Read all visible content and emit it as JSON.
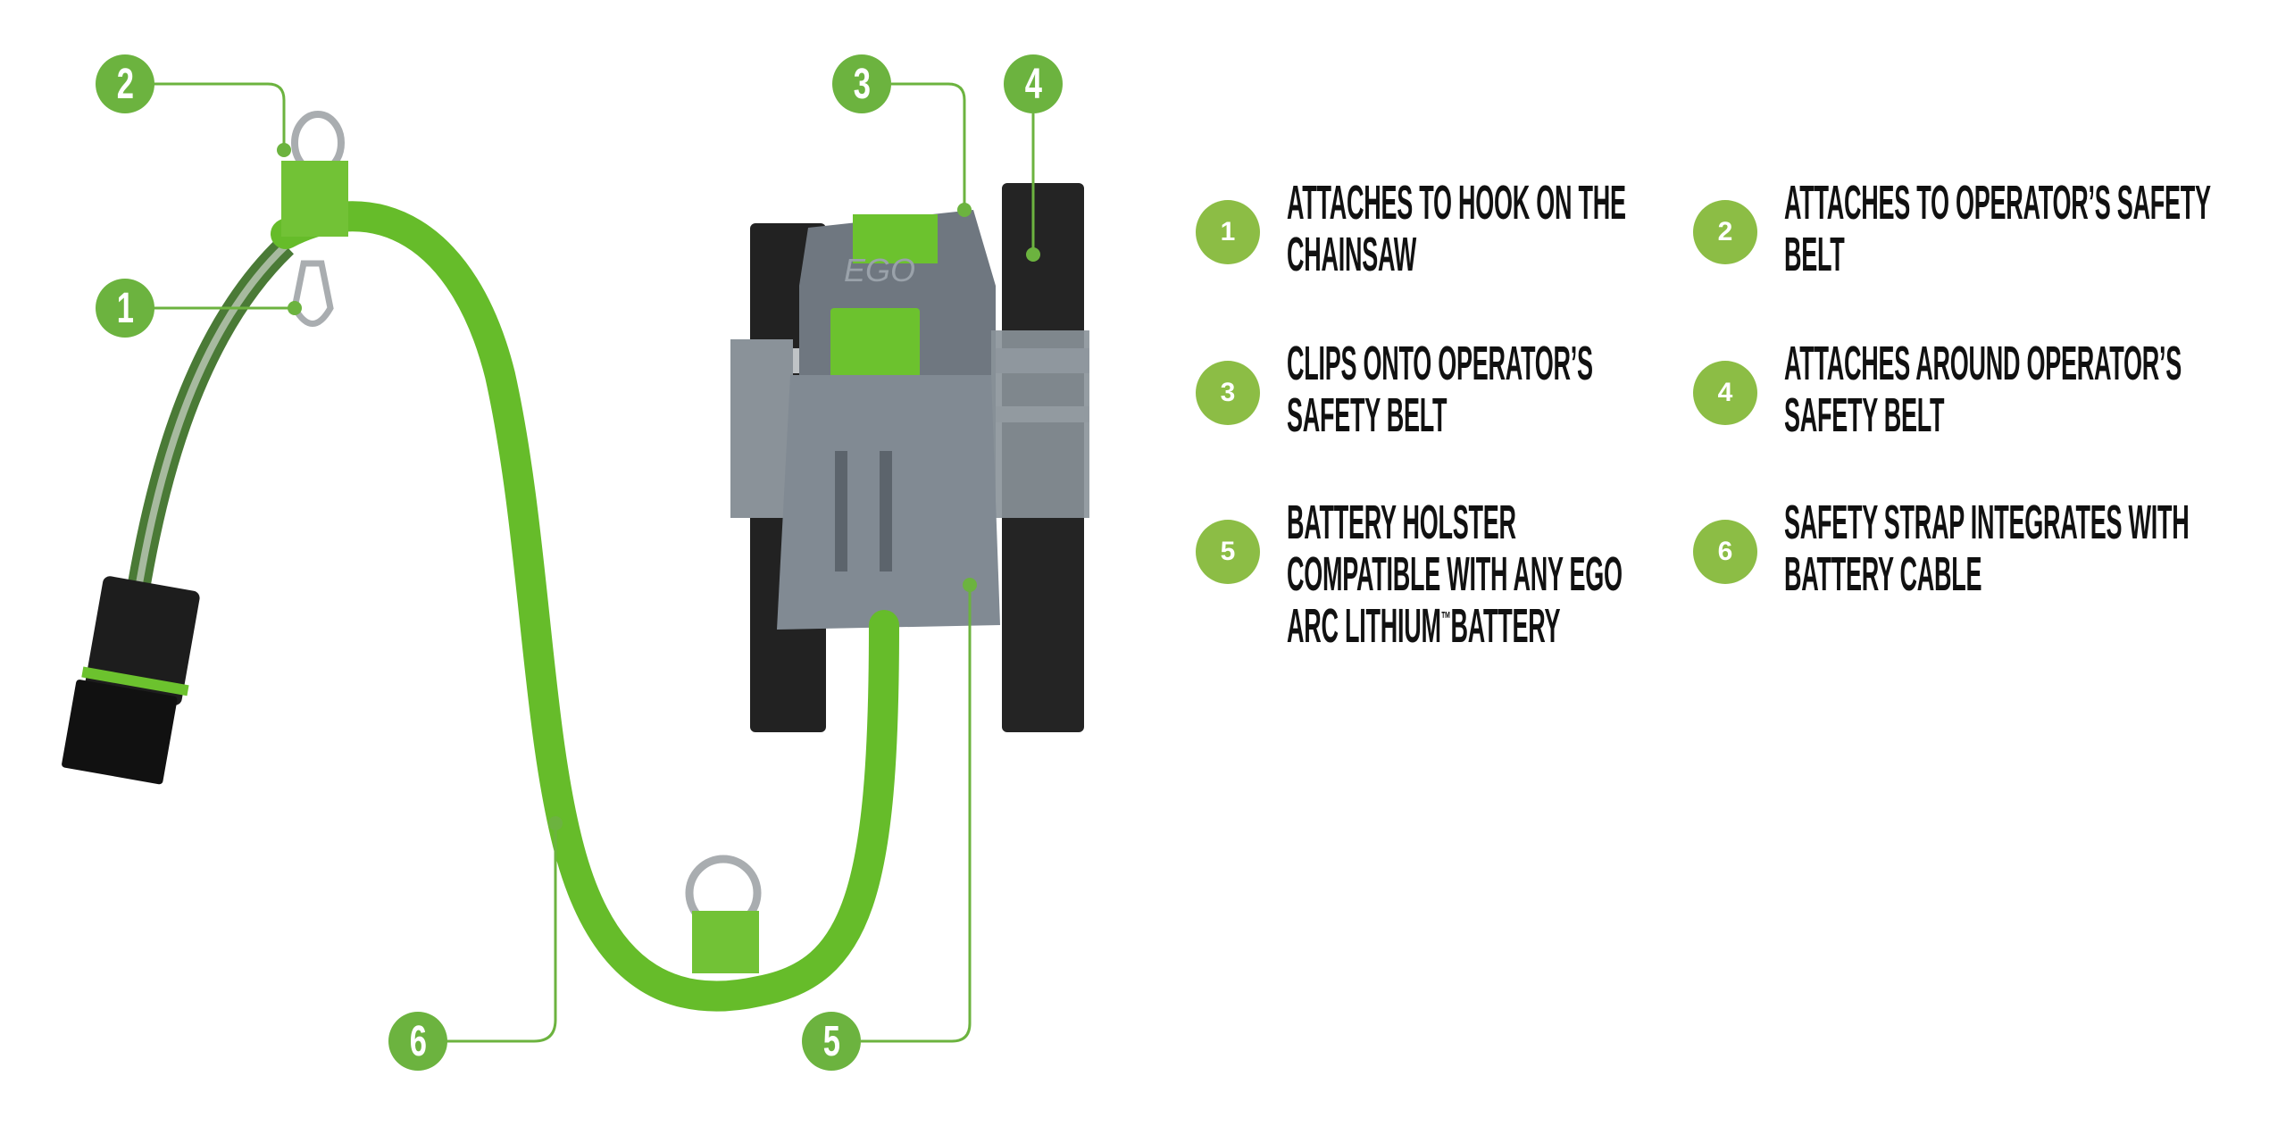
{
  "colors": {
    "accent_green": "#6cb33f",
    "badge_green": "#8cbd45",
    "cable_green": "#6cc22e",
    "holster_gray": "#7d858e",
    "strap_black": "#222222"
  },
  "callouts": [
    "1",
    "2",
    "3",
    "4",
    "5",
    "6"
  ],
  "features": [
    {
      "number": "1",
      "text": "ATTACHES TO HOOK ON THE CHAINSAW"
    },
    {
      "number": "2",
      "text": "ATTACHES TO OPERATOR’S SAFETY BELT"
    },
    {
      "number": "3",
      "text": "CLIPS ONTO OPERATOR’S SAFETY BELT"
    },
    {
      "number": "4",
      "text": "ATTACHES AROUND OPERATOR’S SAFETY BELT"
    },
    {
      "number": "5",
      "text": "BATTERY HOLSTER COMPATIBLE WITH ANY EGO ARC LITHIUM",
      "trademark": "™",
      "text_end": "BATTERY"
    },
    {
      "number": "6",
      "text": "SAFETY STRAP INTEGRATES WITH BATTERY CABLE"
    }
  ],
  "product_logo": "EGO"
}
